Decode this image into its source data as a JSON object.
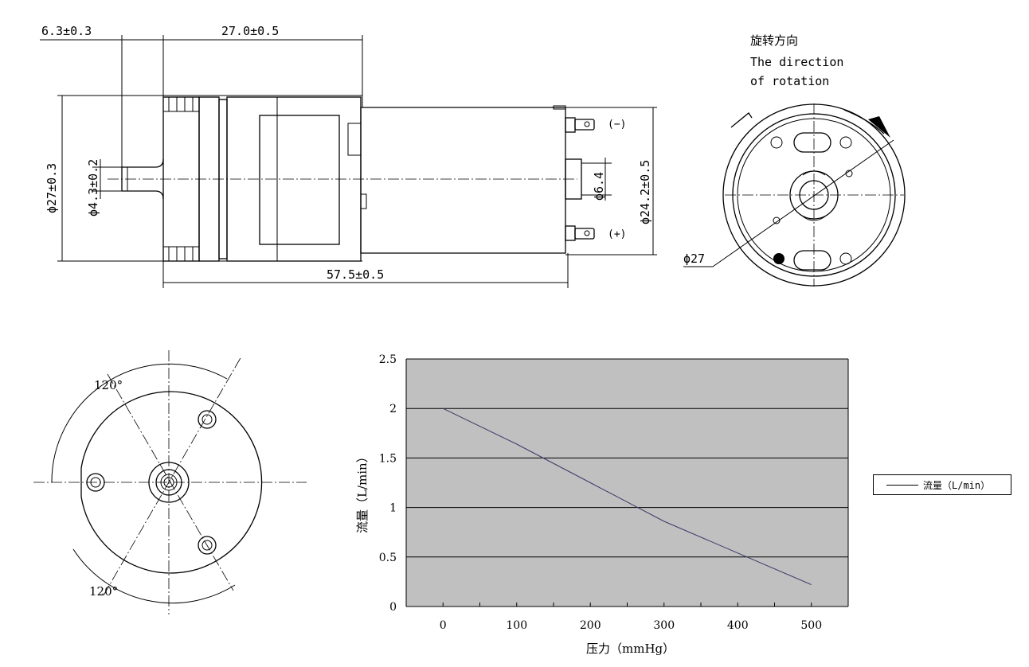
{
  "side_view": {
    "dim_shaft_len": "6.3±0.3",
    "dim_body_len": "27.0±0.5",
    "dim_total_len": "57.5±0.5",
    "dim_body_dia": "ϕ27±0.3",
    "dim_shaft_dia": "ϕ4.3±0.2",
    "dim_boss_dia": "ϕ6.4",
    "dim_motor_dia": "ϕ24.2±0.5",
    "terminal_minus": "(−)",
    "terminal_plus": "(+)"
  },
  "rotation_view": {
    "title_cn": "旋转方向",
    "title_en_1": "The direction",
    "title_en_2": "of rotation",
    "dim_dia": "ϕ27"
  },
  "front_view": {
    "angle_top": "120°",
    "angle_bottom": "120°"
  },
  "chart_data": {
    "type": "line",
    "title": "",
    "xlabel": "压力（mmHg）",
    "ylabel": "流量（L/min）",
    "xlim": [
      -50,
      550
    ],
    "ylim": [
      0,
      2.5
    ],
    "x_ticks": [
      "0",
      "100",
      "200",
      "300",
      "400",
      "500"
    ],
    "y_ticks": [
      "0",
      "0.5",
      "1",
      "1.5",
      "2",
      "2.5"
    ],
    "grid": "horizontal",
    "background": "#c0c0c0",
    "line_color": "#3a3a6a",
    "legend_position": "right",
    "series": [
      {
        "name": "流量（L/min）",
        "x": [
          0,
          100,
          200,
          300,
          400,
          500
        ],
        "y": [
          2.0,
          1.64,
          1.25,
          0.86,
          0.54,
          0.22
        ]
      }
    ]
  }
}
